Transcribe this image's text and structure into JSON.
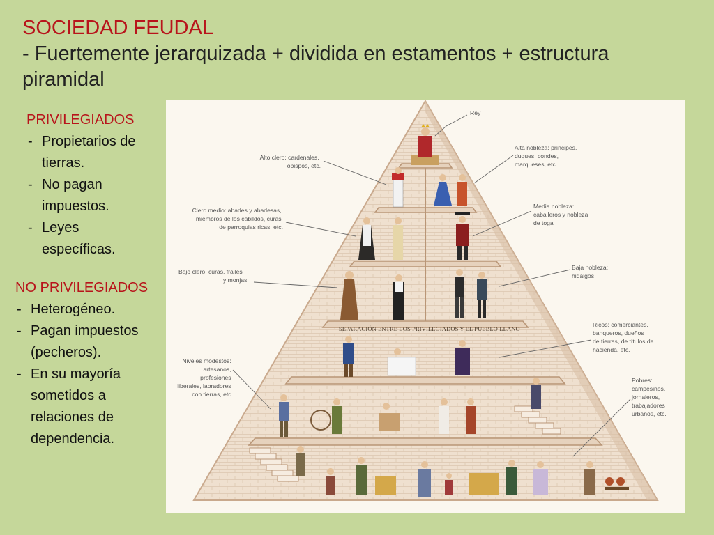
{
  "title": {
    "main": "SOCIEDAD FEUDAL",
    "subtitle": "- Fuertemente jerarquizada + dividida en estamentos + estructura piramidal"
  },
  "privileged": {
    "heading": "PRIVILEGIADOS",
    "items": [
      "Propietarios de tierras.",
      "No pagan impuestos.",
      "Leyes específicas."
    ]
  },
  "non_privileged": {
    "heading": "NO PRIVILEGIADOS",
    "items": [
      "Heterogéneo.",
      "Pagan impuestos (pecheros).",
      "En su mayoría sometidos a relaciones de dependencia."
    ]
  },
  "pyramid": {
    "labels": {
      "rey": "Rey",
      "alto_clero": [
        "Alto clero: cardenales,",
        "obispos, etc."
      ],
      "alta_nobleza": [
        "Alta nobleza: príncipes,",
        "duques, condes,",
        "marqueses, etc."
      ],
      "clero_medio": [
        "Clero medio: abades y abadesas,",
        "miembros de los cabildos, curas",
        "de parroquias ricas, etc."
      ],
      "media_nobleza": [
        "Media nobleza:",
        "caballeros y nobleza",
        "de toga"
      ],
      "bajo_clero": [
        "Bajo clero: curas, frailes",
        "y monjas"
      ],
      "baja_nobleza": [
        "Baja nobleza:",
        "hidalgos"
      ],
      "separacion": "SEPARACIÓN ENTRE LOS PRIVILEGIADOS Y EL PUEBLO LLANO",
      "ricos": [
        "Ricos: comerciantes,",
        "banqueros, dueños",
        "de tierras, de títulos de",
        "hacienda, etc."
      ],
      "niveles_modestos": [
        "Niveles modestos:",
        "artesanos,",
        "profesiones",
        "liberales, labradores",
        "con tierras, etc."
      ],
      "pobres": [
        "Pobres:",
        "campesinos,",
        "jornaleros,",
        "trabajadores",
        "urbanos, etc."
      ]
    }
  }
}
